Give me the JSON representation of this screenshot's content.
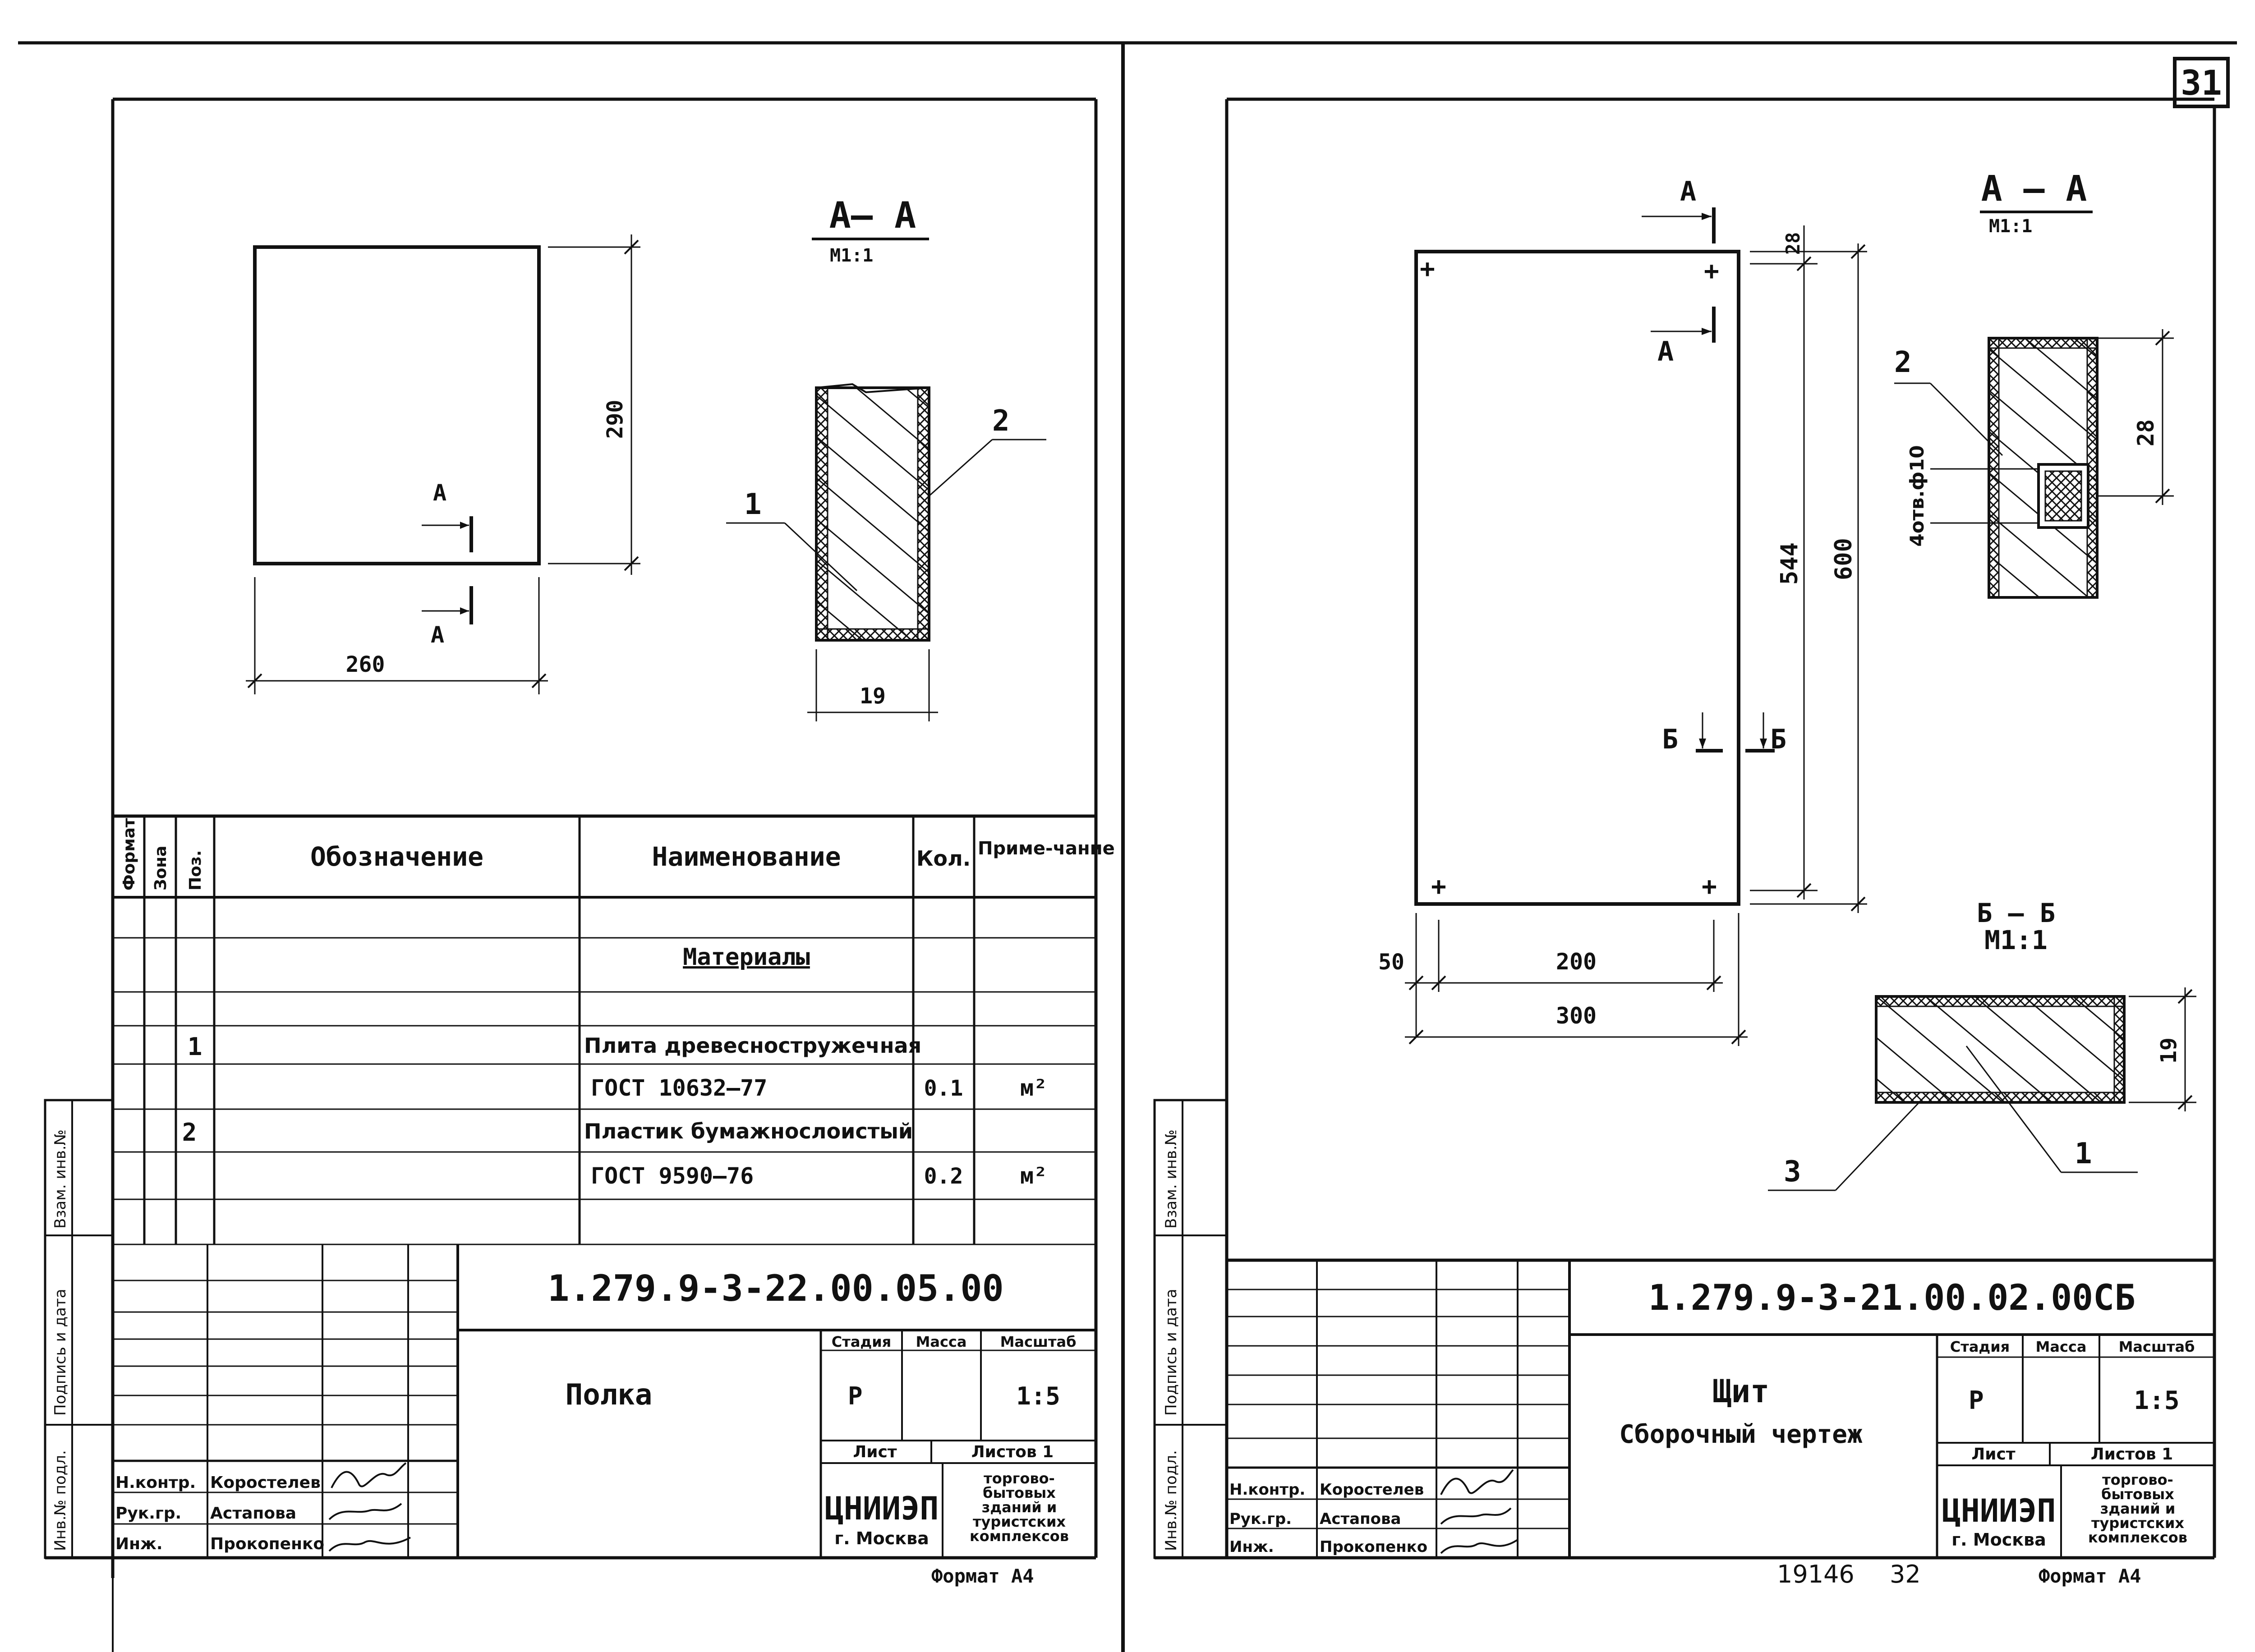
{
  "page_number": "31",
  "bottom_numbers": {
    "inventory": "19146",
    "next": "32"
  },
  "left_sheet": {
    "section_title": "A– A",
    "section_scale": "M1:1",
    "cut_mark": "A",
    "dims": {
      "height": "290",
      "width": "260",
      "thickness": "19"
    },
    "callouts": {
      "pos1": "1",
      "pos2": "2"
    },
    "spec_table": {
      "headers": {
        "format": "Формат",
        "zone": "Зона",
        "pos": "Поз.",
        "designation": "Обозначение",
        "name": "Наименование",
        "qty": "Кол.",
        "note": "Приме-чание"
      },
      "section_label": "Материалы",
      "rows": [
        {
          "pos": "1",
          "name": "Плита древесностружечная",
          "qty": "",
          "note": ""
        },
        {
          "pos": "",
          "name": "ГОСТ 10632–77",
          "qty": "0.1",
          "note": "м²"
        },
        {
          "pos": "2",
          "name": "Пластик бумажнослоистый",
          "qty": "",
          "note": ""
        },
        {
          "pos": "",
          "name": "ГОСТ 9590–76",
          "qty": "0.2",
          "note": "м²"
        }
      ]
    },
    "title_block": {
      "code": "1.279.9-3-22.00.05.00",
      "title": "Полка",
      "stage_header": "Стадия",
      "mass_header": "Масса",
      "scale_header": "Масштаб",
      "stage": "Р",
      "scale": "1:5",
      "sheet_label": "Лист",
      "sheets_label": "Листов 1",
      "org": "ЦНИИЭП",
      "city": "г. Москва",
      "org_desc": [
        "торгово-",
        "бытовых",
        "зданий и",
        "туристских",
        "комплексов"
      ],
      "people": [
        {
          "role": "Н.контр.",
          "name": "Коростелев"
        },
        {
          "role": "Рук.гр.",
          "name": "Астапова"
        },
        {
          "role": "Инж.",
          "name": "Прокопенко"
        }
      ],
      "format": "Формат А4"
    },
    "side_labels": [
      "Инв.№ подл.",
      "Подпись и дата",
      "Взам. инв.№"
    ]
  },
  "right_sheet": {
    "cut_mark_a": "A",
    "cut_mark_b": "Б",
    "section_aa_title": "A – A",
    "section_aa_scale": "M1:1",
    "section_bb_title": "Б – Б",
    "section_bb_scale": "M1:1",
    "dims": {
      "top_offset": "28",
      "inner_height": "544",
      "height": "600",
      "left_offset": "50",
      "inner_width": "200",
      "width": "300",
      "hole_pitch": "28",
      "holes": "4отв.ф10",
      "thickness": "19"
    },
    "callouts": {
      "pos1": "1",
      "pos2": "2",
      "pos3": "3"
    },
    "title_block": {
      "code": "1.279.9-3-21.00.02.00СБ",
      "title": "Щит",
      "subtitle": "Сборочный чертеж",
      "stage_header": "Стадия",
      "mass_header": "Масса",
      "scale_header": "Масштаб",
      "stage": "Р",
      "scale": "1:5",
      "sheet_label": "Лист",
      "sheets_label": "Листов 1",
      "org": "ЦНИИЭП",
      "city": "г. Москва",
      "org_desc": [
        "торгово-",
        "бытовых",
        "зданий и",
        "туристских",
        "комплексов"
      ],
      "people": [
        {
          "role": "Н.контр.",
          "name": "Коростелев"
        },
        {
          "role": "Рук.гр.",
          "name": "Астапова"
        },
        {
          "role": "Инж.",
          "name": "Прокопенко"
        }
      ],
      "format": "Формат А4"
    },
    "side_labels": [
      "Инв.№ подл.",
      "Подпись и дата",
      "Взам. инв.№"
    ]
  }
}
